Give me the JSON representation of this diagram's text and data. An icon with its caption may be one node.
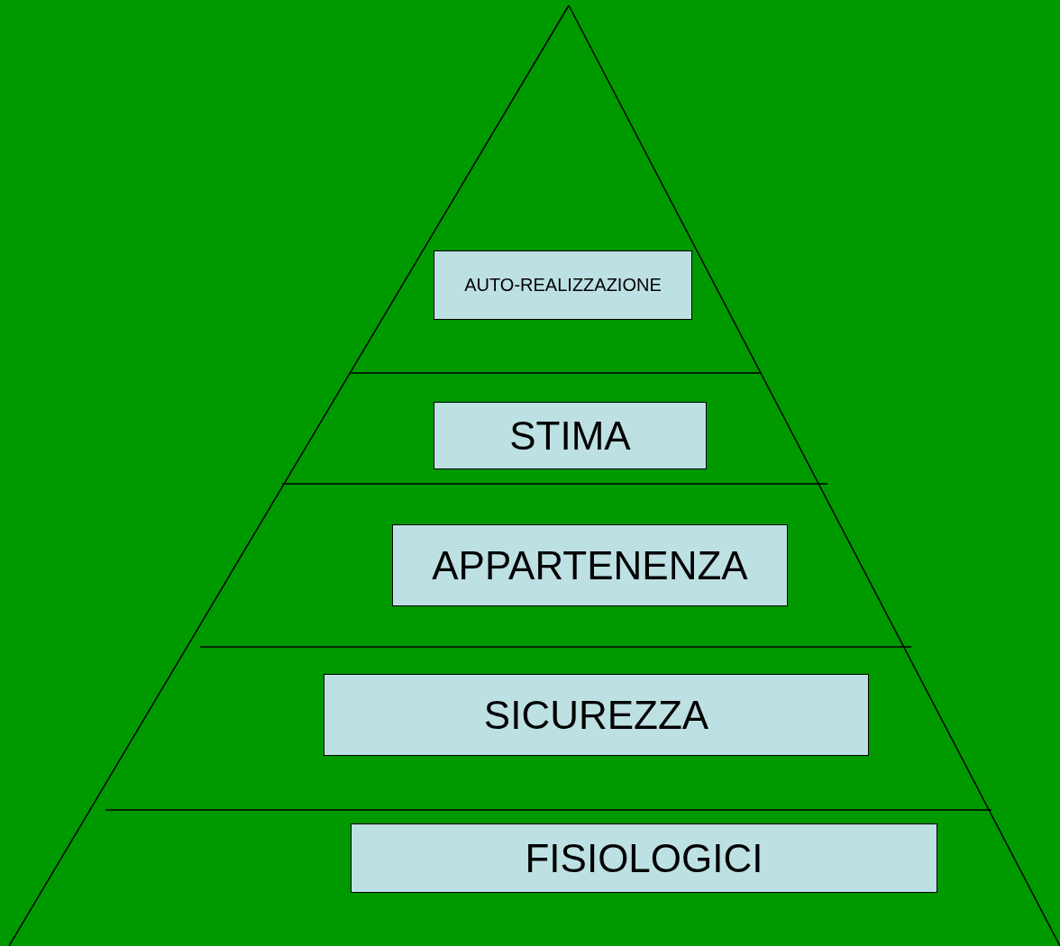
{
  "diagram": {
    "nodes": [
      {
        "text": [
          "AUTO-REALIZZAZIONE"
        ]
      },
      {
        "text": [
          "STIMA"
        ]
      },
      {
        "text": [
          "APPARTENENZA"
        ]
      },
      {
        "text": [
          "SICUREZZA"
        ]
      },
      {
        "text": [
          "FISIOLOGICI"
        ]
      }
    ]
  }
}
